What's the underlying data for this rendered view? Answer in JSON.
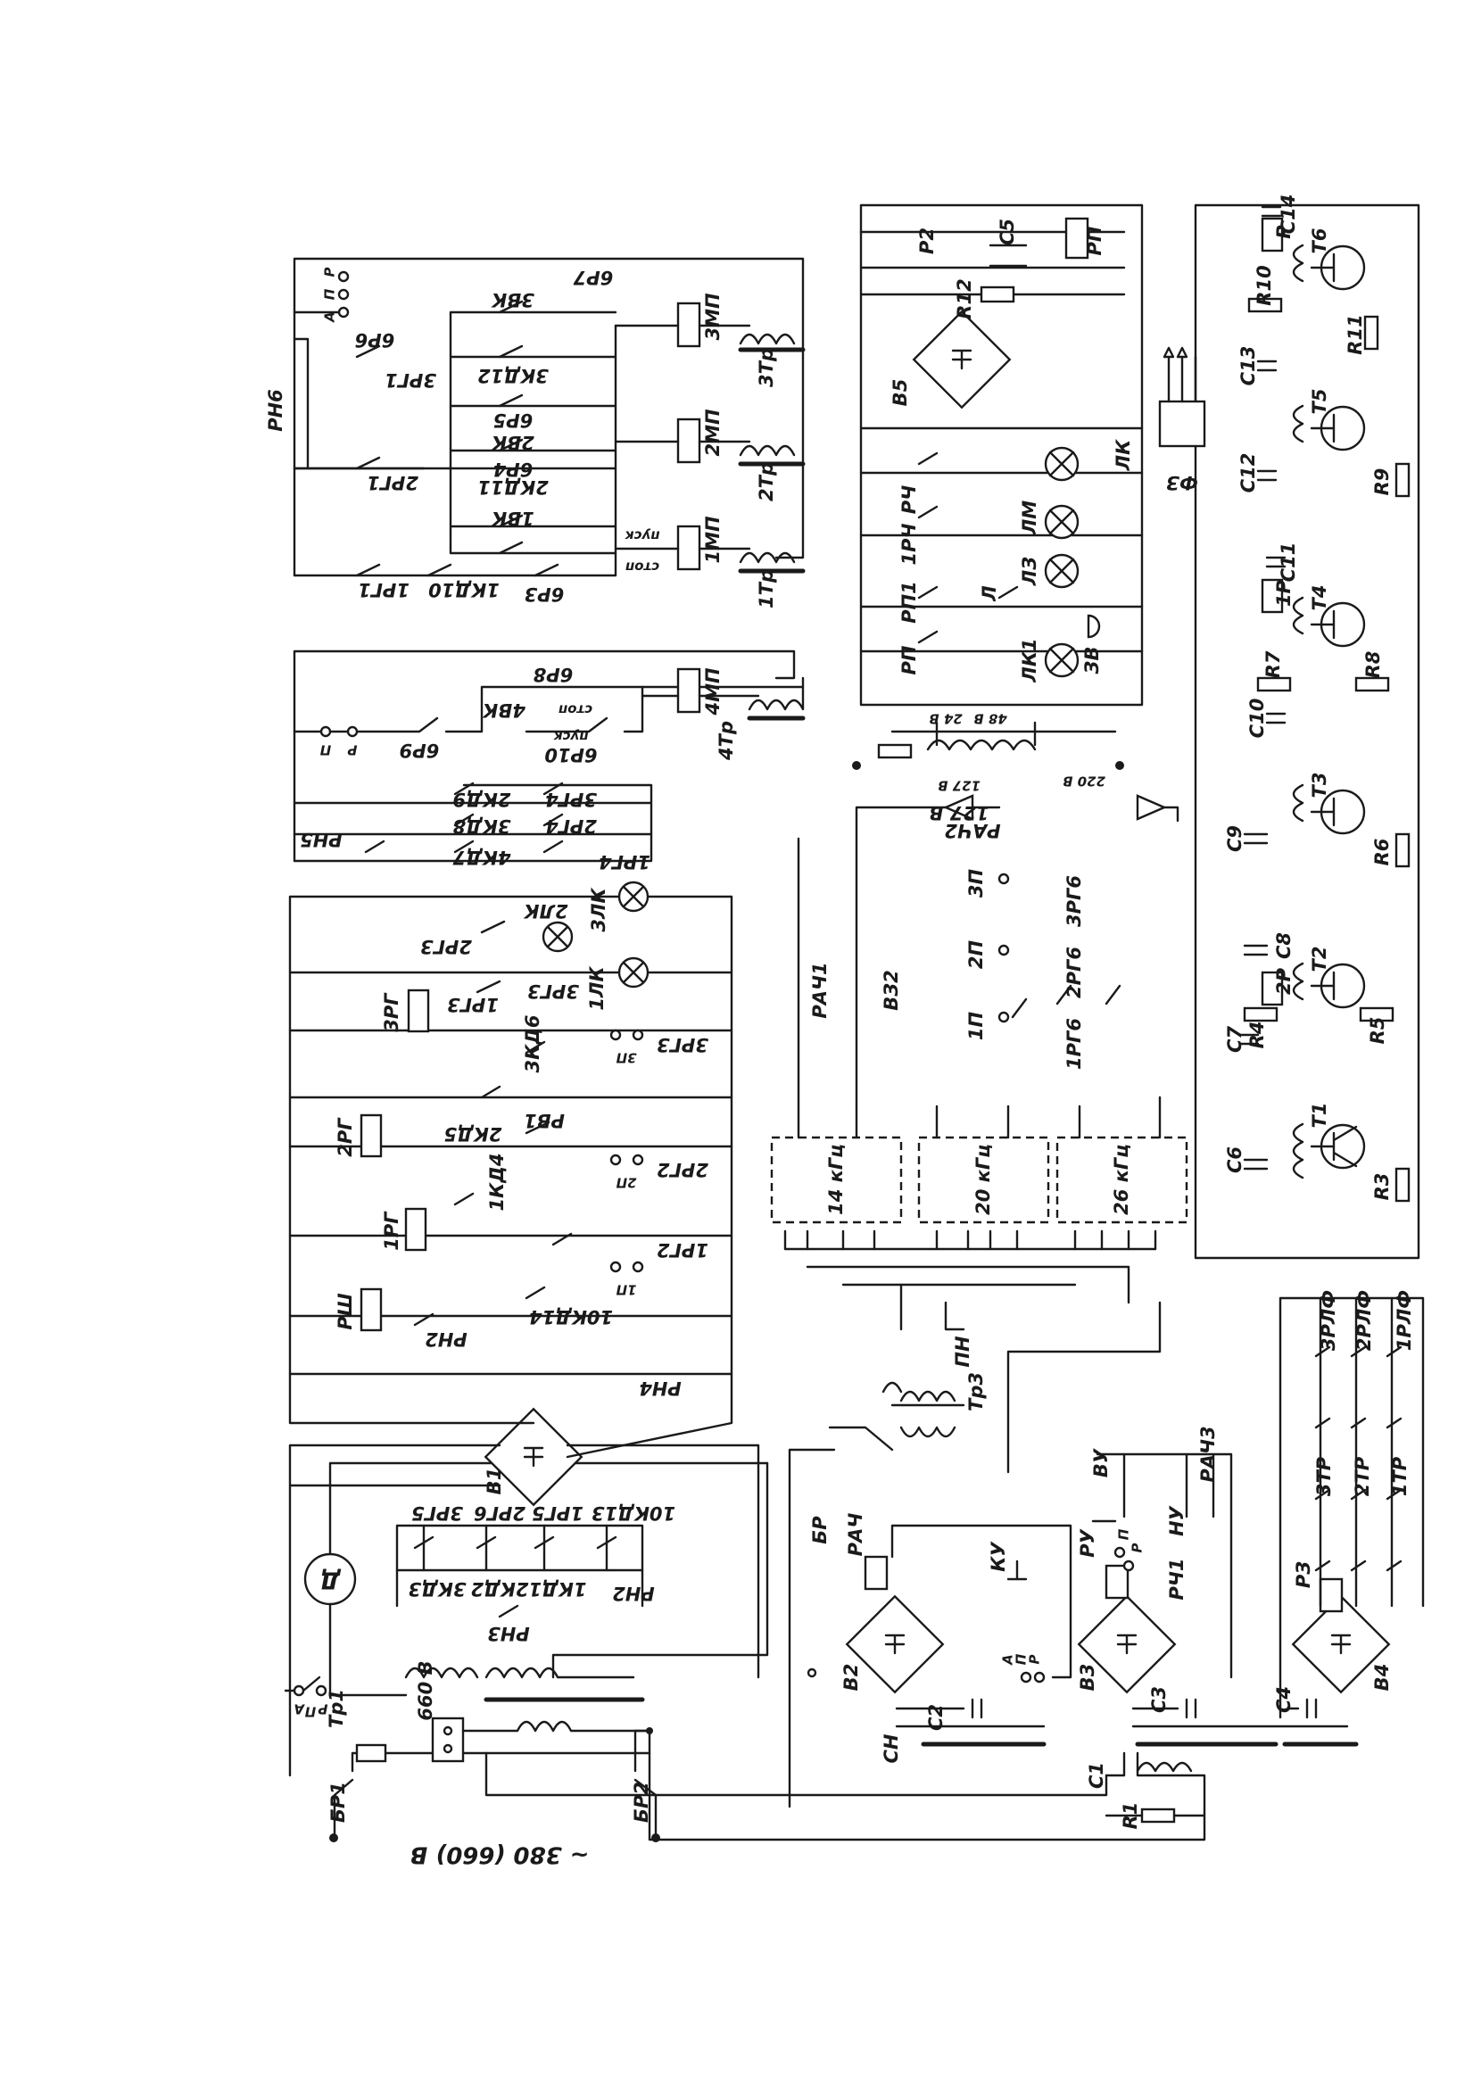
{
  "supply_label": "~ 380 (660) В",
  "input": {
    "breakers": [
      "БР1",
      "БР2"
    ],
    "fuse_block": "660 В",
    "capacitor": "С1",
    "resistor": "R1"
  },
  "motor_section": {
    "motor": "Д",
    "transformer": "Тр1",
    "rectifier": "В1",
    "relay_contacts": [
      "3РГ5",
      "2РГ6",
      "1РГ5",
      "10КД13",
      "3КД3",
      "2КД2",
      "1КД1",
      "РН2",
      "РН3"
    ],
    "mode_switch": [
      "А",
      "П",
      "Р"
    ]
  },
  "relay_ladder": {
    "coils": [
      "3РГ",
      "2РГ",
      "1РГ",
      "РШ"
    ],
    "contacts": [
      "3КД6",
      "2КД5",
      "РВ1",
      "3РГ3",
      "3П",
      "1КД4",
      "2РГ2",
      "2П",
      "1РГ2",
      "1П",
      "РН2",
      "10КД14",
      "РН4"
    ],
    "lamps": [
      {
        "ref": "2ЛК",
        "contact": "2РГ3"
      },
      {
        "ref": "3ЛК",
        "contact": "3РГ3"
      },
      {
        "ref": "1ЛК",
        "contact": "1РГ3"
      }
    ]
  },
  "group_4": {
    "contacts": [
      "4КД7",
      "3КД8",
      "2КД9",
      "1РГ4",
      "2РГ4",
      "3РГ4",
      "РН5",
      "6Р8",
      "6Р9",
      "6Р10",
      "4ВК",
      "пуск",
      "стоп"
    ],
    "coil": "4МП",
    "transformer": "4Тр",
    "mode_switch": [
      "П",
      "Р"
    ]
  },
  "groups_1_3": {
    "contacts": [
      "1РГ1",
      "2РГ1",
      "3РГ1",
      "1КД10",
      "2КД11",
      "3КД12",
      "6Р3",
      "6Р4",
      "6Р5",
      "6Р6",
      "6Р7",
      "1ВК",
      "2ВК",
      "3ВК"
    ],
    "coils": [
      "1МП",
      "2МП",
      "3МП"
    ],
    "transformers": [
      "1Тр",
      "2Тр",
      "3Тр"
    ],
    "relay": "РН6",
    "mode_switch": [
      "А",
      "П",
      "Р"
    ],
    "push_labels": [
      "пуск",
      "стоп"
    ]
  },
  "lamp_section": {
    "transformer_taps": [
      "24 В",
      "48 В",
      "127 В",
      "220 В"
    ],
    "lamps": [
      "ЛК",
      "ЛМ",
      "ЛЗ",
      "ЛК1"
    ],
    "bell": "ЗВ",
    "contacts": [
      "РЧ",
      "1РЧ",
      "РП1",
      "РП",
      "Р2",
      "Л"
    ],
    "rectifier": "В5",
    "relay": "РП",
    "capacitor": "С5",
    "resistor": "R12"
  },
  "generators": {
    "freq_blocks": [
      "14 кГц",
      "20 кГц",
      "26 кГц"
    ],
    "contacts": [
      "РАЧ1",
      "ВЗ2",
      "РАЧ2",
      "1РГ6",
      "2РГ6",
      "3РГ6"
    ],
    "switches": [
      "1П",
      "2П",
      "3П"
    ],
    "transformer": "Тр3",
    "choke": "ПН",
    "amp_labels": [
      "127 В"
    ]
  },
  "amplifier": {
    "transistors": [
      "Т1",
      "Т2",
      "Т3",
      "Т4",
      "Т5",
      "Т6"
    ],
    "capacitors": [
      "С6",
      "С7",
      "С8",
      "С9",
      "С10",
      "С11",
      "С12",
      "С13",
      "С14"
    ],
    "resistors": [
      "R3",
      "R4",
      "R5",
      "R6",
      "R7",
      "R8",
      "R9",
      "R10",
      "R11"
    ],
    "relays": [
      "1Р",
      "2Р",
      "Р"
    ],
    "filter": "ФЗ"
  },
  "control_supplies": {
    "rectifiers": [
      "В2",
      "В3",
      "В4"
    ],
    "capacitors": [
      "С2",
      "С3",
      "С4"
    ],
    "relays": [
      "РАЧ",
      "РУ",
      "РЗ"
    ],
    "contacts": [
      "БР",
      "ВУ",
      "КУ",
      "НУ",
      "РАЧ3",
      "РЧ1",
      "3ТР",
      "2ТР",
      "1ТР",
      "3РЛФ",
      "2РЛФ",
      "1РЛФ"
    ],
    "switches": [
      [
        "А",
        "П",
        "Р"
      ],
      [
        "П",
        "Р"
      ]
    ],
    "choke": "СН"
  }
}
